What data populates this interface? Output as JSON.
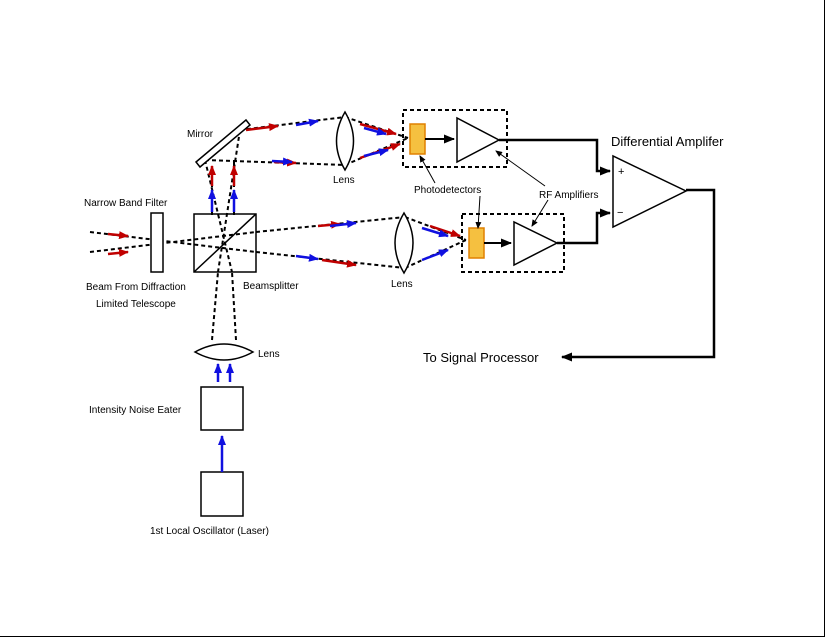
{
  "labels": {
    "mirror": "Mirror",
    "narrow_band_filter": "Narrow Band Filter",
    "beam_from_line1": "Beam From Diffraction",
    "beam_from_line2": "Limited Telescope",
    "beamsplitter": "Beamsplitter",
    "lens_top": "Lens",
    "lens_right": "Lens",
    "lens_bottom": "Lens",
    "photodetectors": "Photodetectors",
    "rf_amplifiers": "RF Amplifiers",
    "differential_amplifier": "Differential Amplifer",
    "to_signal_processor": "To Signal Processor",
    "intensity_noise_eater": "Intensity Noise Eater",
    "local_oscillator": "1st Local Oscillator (Laser)",
    "plus_sign": "+",
    "minus_sign": "−"
  },
  "colors": {
    "signal_beam": "#c00000",
    "local_oscillator_beam": "#1010e0",
    "photodetector_fill": "#f5c040",
    "photodetector_stroke": "#e08000",
    "wiring": "#000000"
  }
}
